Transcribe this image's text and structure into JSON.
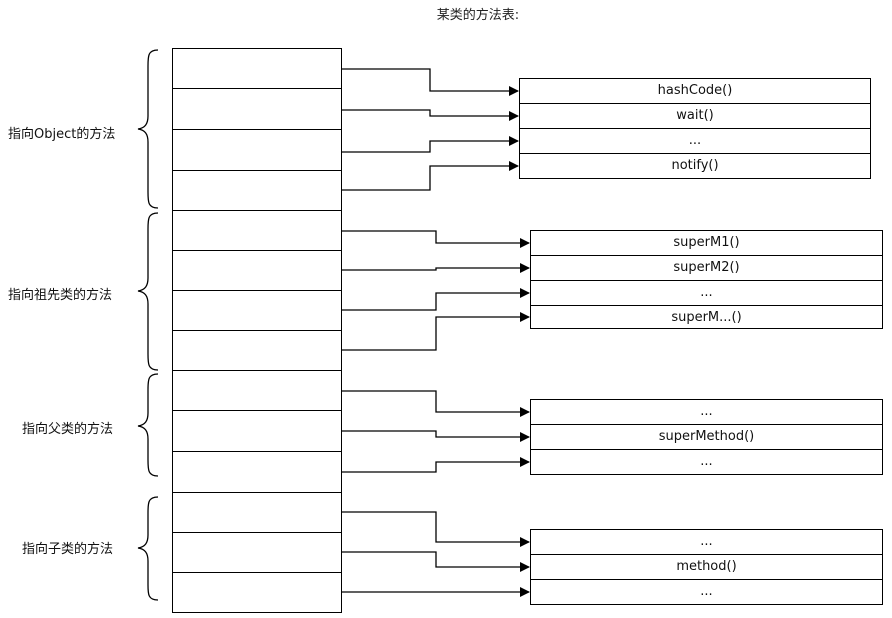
{
  "title": "某类的方法表:",
  "groups": [
    {
      "label": "指向Object的方法",
      "methods": [
        "hashCode()",
        "wait()",
        "...",
        "notify()"
      ]
    },
    {
      "label": "指向祖先类的方法",
      "methods": [
        "superM1()",
        "superM2()",
        "...",
        "superM...()"
      ]
    },
    {
      "label": "指向父类的方法",
      "methods": [
        "...",
        "superMethod()",
        "..."
      ]
    },
    {
      "label": "指向子类的方法",
      "methods": [
        "...",
        "method()",
        "..."
      ]
    }
  ]
}
